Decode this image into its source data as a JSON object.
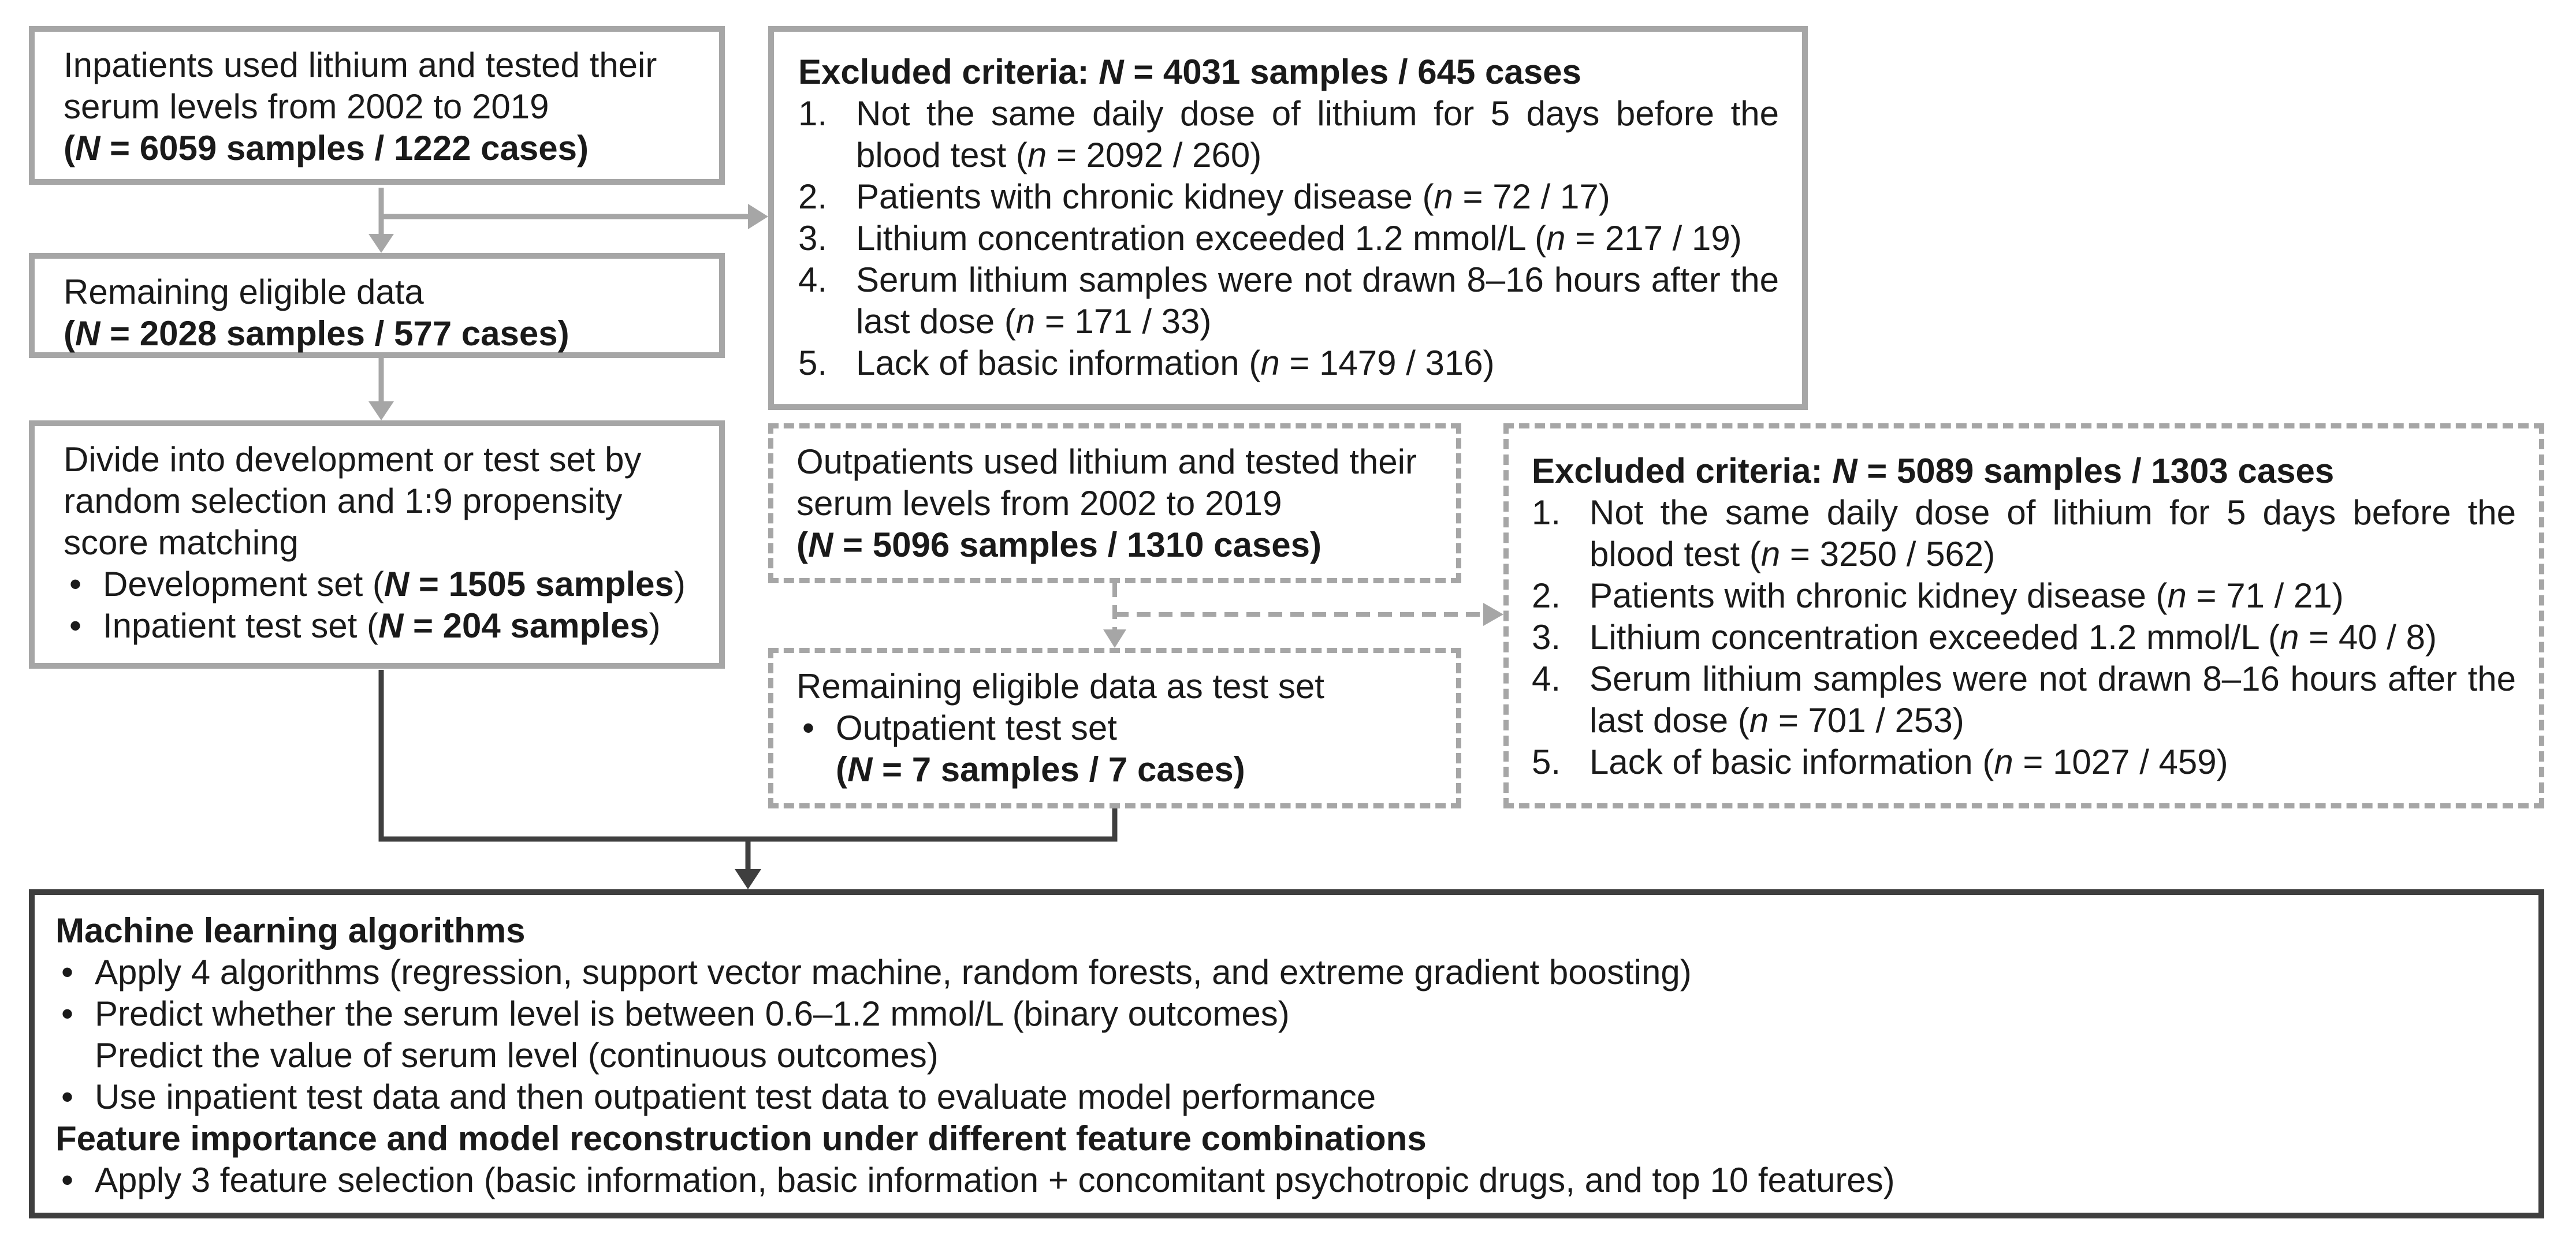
{
  "colors": {
    "grey": "#a6a6a6",
    "dark": "#3f3f3f"
  },
  "inpatients": {
    "line1": "Inpatients used lithium and tested their serum levels from 2002 to 2019",
    "count_N": "N",
    "count_rest": " = 6059 samples / 1222 cases",
    "open": "(",
    "close": ")"
  },
  "excluded_in": {
    "title_prefix": "Excluded criteria: ",
    "title_N": "N",
    "title_rest": " = 4031 samples / 645 cases",
    "items": [
      {
        "num": "1.",
        "text": "Not the same daily dose of lithium for 5 days before the blood test (",
        "n": "n",
        "after": " = 2092 / 260)"
      },
      {
        "num": "2.",
        "text": "Patients with chronic kidney disease (",
        "n": "n",
        "after": " = 72 / 17)"
      },
      {
        "num": "3.",
        "text": "Lithium concentration exceeded 1.2 mmol/L (",
        "n": "n",
        "after": " = 217 / 19)"
      },
      {
        "num": "4.",
        "text": "Serum lithium samples were not drawn 8–16 hours after the last dose (",
        "n": "n",
        "after": " = 171 / 33)"
      },
      {
        "num": "5.",
        "text": "Lack of basic information (",
        "n": "n",
        "after": " = 1479 / 316)"
      }
    ]
  },
  "remaining": {
    "line1": "Remaining eligible data",
    "count_N": "N",
    "count_rest": " = 2028 samples / 577 cases"
  },
  "divide": {
    "line1": "Divide into development or test set by random selection and 1:9 propensity score matching",
    "bullets": [
      {
        "dot": "•",
        "text": "Development set (",
        "N": "N",
        "bold_rest": " = 1505 samples",
        "close": ")"
      },
      {
        "dot": "•",
        "text": "Inpatient test set (",
        "N": "N",
        "bold_rest": " = 204 samples",
        "close": ")"
      }
    ]
  },
  "outpatients": {
    "line1": "Outpatients used lithium and tested their serum levels from 2002 to 2019",
    "count_N": "N",
    "count_rest": " = 5096 samples / 1310 cases"
  },
  "excluded_out": {
    "title_prefix": "Excluded criteria: ",
    "title_N": "N",
    "title_rest": " = 5089 samples / 1303 cases",
    "items": [
      {
        "num": "1.",
        "text": "Not the same daily dose of lithium for 5 days before the blood test (",
        "n": "n",
        "after": " = 3250 / 562)"
      },
      {
        "num": "2.",
        "text": "Patients with chronic kidney disease (",
        "n": "n",
        "after": " = 71 / 21)"
      },
      {
        "num": "3.",
        "text": "Lithium concentration exceeded 1.2 mmol/L (",
        "n": "n",
        "after": " = 40 / 8)"
      },
      {
        "num": "4.",
        "text": "Serum lithium samples were not drawn 8–16 hours after the last dose (",
        "n": "n",
        "after": " = 701 / 253)"
      },
      {
        "num": "5.",
        "text": "Lack of basic information (",
        "n": "n",
        "after": " = 1027 / 459)"
      }
    ]
  },
  "test_set": {
    "line1": "Remaining eligible data as test set",
    "dot": "•",
    "bullet": "Outpatient test set",
    "count_N": "N",
    "count_rest": " = 7 samples / 7 cases"
  },
  "ml": {
    "heading1": "Machine learning algorithms",
    "bullets1": [
      "Apply 4 algorithms (regression, support vector machine, random forests, and extreme gradient boosting)",
      "Predict whether the serum level is between 0.6–1.2 mmol/L (binary outcomes)"
    ],
    "cont1": "Predict the value of serum level (continuous outcomes)",
    "bullet3": "Use inpatient test data and then outpatient test data to evaluate model performance",
    "heading2": "Feature importance and model reconstruction under different feature combinations",
    "bullet4": "Apply 3 feature selection (basic information, basic information + concomitant psychotropic drugs, and top 10 features)",
    "dot": "•"
  }
}
